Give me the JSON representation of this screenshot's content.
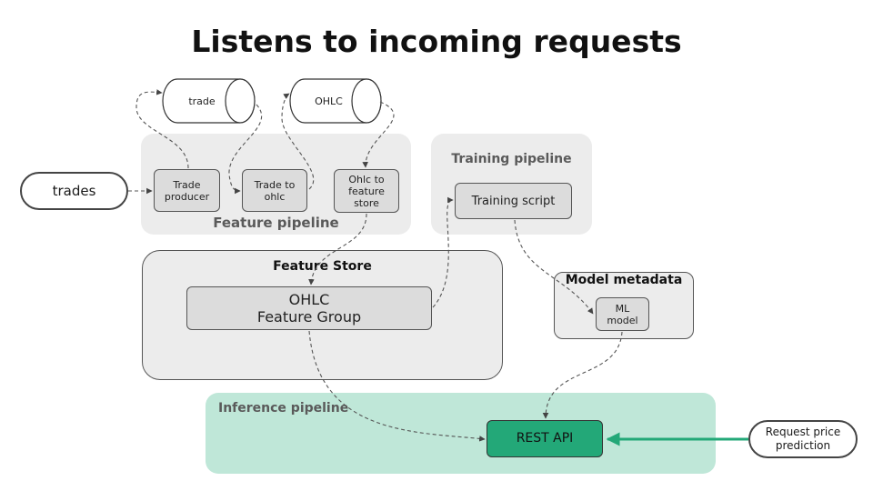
{
  "title": "Listens to incoming requests",
  "topics": {
    "trade": "trade",
    "ohlc": "OHLC"
  },
  "sources": {
    "trades": "trades",
    "request": "Request price\nprediction"
  },
  "feature_pipeline": {
    "title": "Feature pipeline",
    "steps": {
      "producer": "Trade\nproducer",
      "to_ohlc": "Trade to\nohlc",
      "to_store": "Ohlc to\nfeature\nstore"
    }
  },
  "training_pipeline": {
    "title": "Training pipeline",
    "script": "Training script"
  },
  "feature_store": {
    "title": "Feature Store",
    "group": "OHLC\nFeature Group"
  },
  "model_metadata": {
    "title": "Model metadata",
    "model": "ML\nmodel"
  },
  "inference_pipeline": {
    "title": "Inference pipeline",
    "api": "REST API"
  },
  "colors": {
    "panel": "#ececec",
    "node": "#dcdcdc",
    "inference_panel": "#bfe7d8",
    "api": "#23a878",
    "arrow_green": "#23a878"
  }
}
